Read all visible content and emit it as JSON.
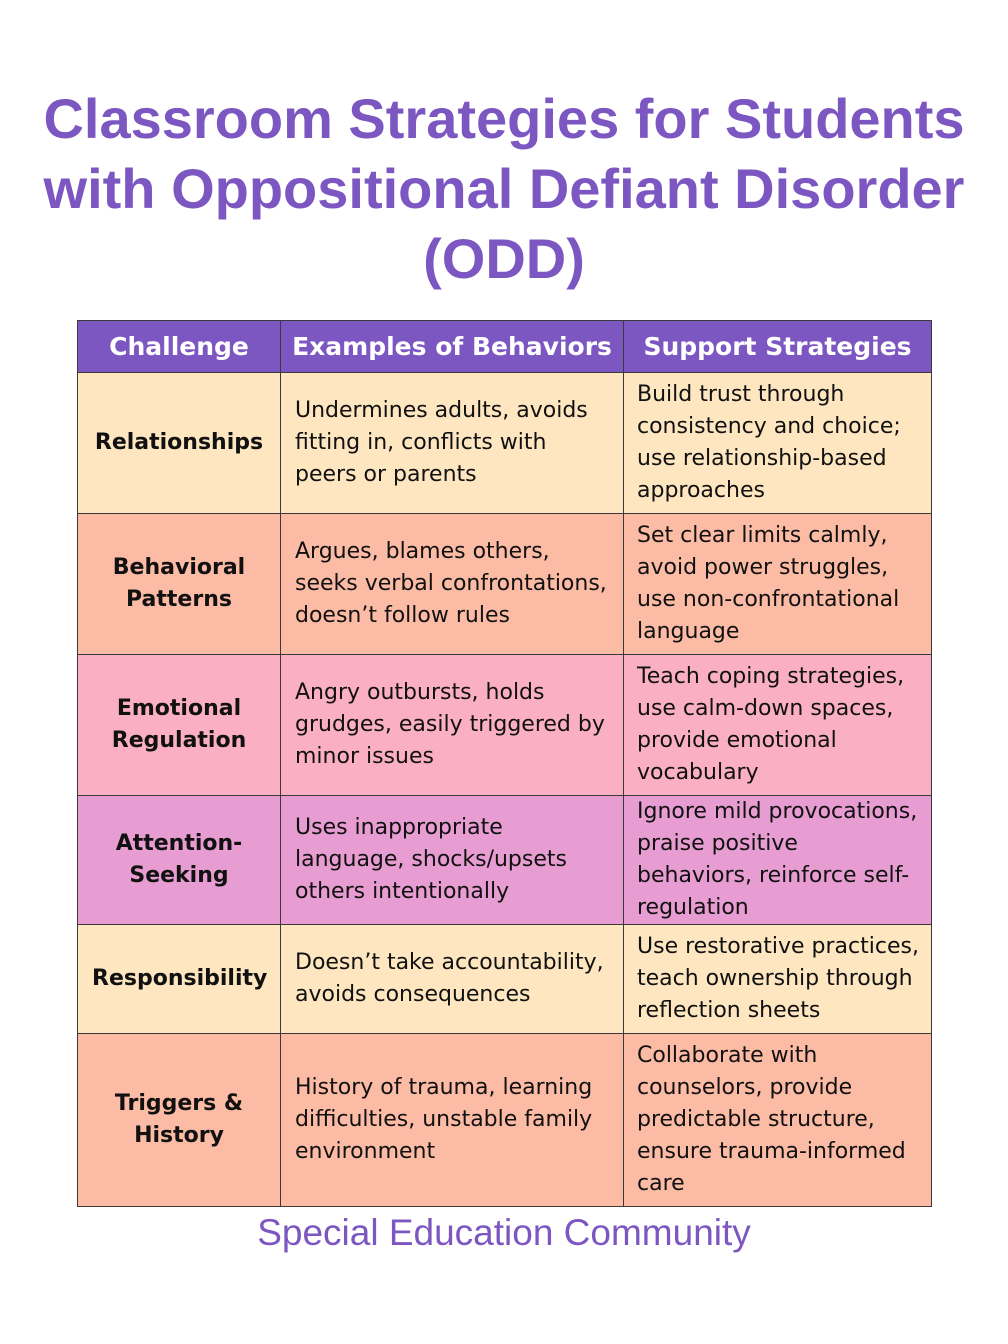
{
  "title": "Classroom Strategies for Students with Oppositional Defiant Disorder (ODD)",
  "colors": {
    "accent": "#7c57c2",
    "header_bg": "#7c57c2",
    "header_text": "#ffffff",
    "border": "#3a3a3a"
  },
  "table": {
    "headers": [
      "Challenge",
      "Examples of Behaviors",
      "Support Strategies"
    ],
    "rows": [
      {
        "challenge": "Relationships",
        "behaviors": "Undermines adults, avoids fitting in, conflicts with peers or parents",
        "strategies": "Build trust through consistency and choice; use relationship-based approaches",
        "color": "#fde6c0"
      },
      {
        "challenge": "Behavioral Patterns",
        "behaviors": "Argues, blames others, seeks verbal confrontations, doesn’t follow rules",
        "strategies": "Set clear limits calmly, avoid power struggles, use non-confrontational language",
        "color": "#fcbba4"
      },
      {
        "challenge": "Emotional Regulation",
        "behaviors": "Angry outbursts, holds grudges, easily triggered by minor issues",
        "strategies": "Teach coping strategies, use calm-down spaces, provide emotional vocabulary",
        "color": "#fbafc3"
      },
      {
        "challenge": "Attention-Seeking",
        "behaviors": "Uses inappropriate language, shocks/upsets others intentionally",
        "strategies": "Ignore mild provocations, praise positive behaviors, reinforce self-regulation",
        "color": "#e79dd1"
      },
      {
        "challenge": "Responsibility",
        "behaviors": "Doesn’t take accountability, avoids consequences",
        "strategies": "Use restorative practices, teach ownership through reflection sheets",
        "color": "#fde6c0"
      },
      {
        "challenge": "Triggers & History",
        "behaviors": "History of trauma, learning difficulties, unstable family environment",
        "strategies": "Collaborate with counselors, provide predictable structure, ensure trauma-informed care",
        "color": "#fcbba4"
      }
    ]
  },
  "footer": "Special Education Community"
}
